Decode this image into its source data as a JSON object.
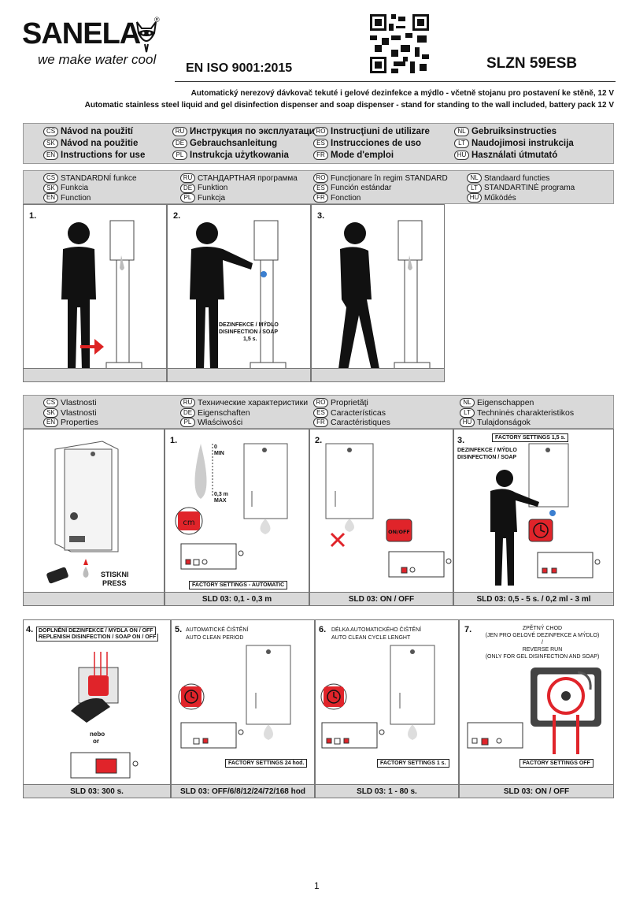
{
  "brand": {
    "name": "SANELA",
    "slogan": "we make water cool",
    "reg": "®"
  },
  "iso": "EN ISO 9001:2015",
  "model": "SLZN 59ESB",
  "subtitle_cs": "Automatický nerezový dávkovač tekuté i gelové dezinfekce a mýdlo - včetně stojanu pro postavení ke stěně, 12 V",
  "subtitle_en": "Automatic stainless steel liquid and gel disinfection dispenser and soap dispenser - stand for standing to the wall included, battery pack 12 V",
  "manual_langs": [
    {
      "code": "CS",
      "text": "Návod na použití"
    },
    {
      "code": "RU",
      "text": "Инструкция по эксплуатации"
    },
    {
      "code": "RO",
      "text": "Instrucţiuni de utilizare"
    },
    {
      "code": "NL",
      "text": "Gebruiksinstructies"
    },
    {
      "code": "SK",
      "text": "Návod na použitie"
    },
    {
      "code": "DE",
      "text": "Gebrauchsanleitung"
    },
    {
      "code": "ES",
      "text": "Instrucciones de uso"
    },
    {
      "code": "LT",
      "text": "Naudojimosi instrukcija"
    },
    {
      "code": "EN",
      "text": "Instructions for use"
    },
    {
      "code": "PL",
      "text": "Instrukcja użytkowania"
    },
    {
      "code": "FR",
      "text": "Mode d'emploi"
    },
    {
      "code": "HU",
      "text": "Használati útmutató"
    }
  ],
  "function_langs": [
    {
      "code": "CS",
      "text": "STANDARDNÍ funkce"
    },
    {
      "code": "RU",
      "text": "СТАНДАРТНАЯ программа"
    },
    {
      "code": "RO",
      "text": "Funcţionare în regim STANDARD"
    },
    {
      "code": "NL",
      "text": "Standaard functies"
    },
    {
      "code": "SK",
      "text": "Funkcia"
    },
    {
      "code": "DE",
      "text": "Funktion"
    },
    {
      "code": "ES",
      "text": "Función estándar"
    },
    {
      "code": "LT",
      "text": "STANDARTINĖ programa"
    },
    {
      "code": "EN",
      "text": "Function"
    },
    {
      "code": "PL",
      "text": "Funkcja"
    },
    {
      "code": "FR",
      "text": "Fonction"
    },
    {
      "code": "HU",
      "text": "Működés"
    }
  ],
  "steps1": {
    "n1": "1.",
    "n2": "2.",
    "n3": "3.",
    "dose": "DEZINFEKCE / MÝDLO",
    "dose2": "DISINFECTION / SOAP",
    "dose3": "1,5 s."
  },
  "property_langs": [
    {
      "code": "CS",
      "text": "Vlastnosti"
    },
    {
      "code": "RU",
      "text": "Технические характеристики"
    },
    {
      "code": "RO",
      "text": "Proprietăţi"
    },
    {
      "code": "NL",
      "text": "Eigenschappen"
    },
    {
      "code": "SK",
      "text": "Vlastnosti"
    },
    {
      "code": "DE",
      "text": "Eigenschaften"
    },
    {
      "code": "ES",
      "text": "Características"
    },
    {
      "code": "LT",
      "text": "Techninės charakteristikos"
    },
    {
      "code": "EN",
      "text": "Properties"
    },
    {
      "code": "PL",
      "text": "Właściwości"
    },
    {
      "code": "FR",
      "text": "Caractéristiques"
    },
    {
      "code": "HU",
      "text": "Tulajdonságok"
    }
  ],
  "props": {
    "press": "STISKNI",
    "press2": "PRESS",
    "n1": "1.",
    "n2": "2.",
    "n3": "3.",
    "min0": "0",
    "min": "MIN",
    "max0": "0,3 m",
    "max": "MAX",
    "cm": "cm",
    "onoff": "ON/OFF",
    "fs3": "FACTORY SETTINGS 1,5 s.",
    "dis1": "DEZINFEKCE / MÝDLO",
    "dis2": "DISINFECTION / SOAP",
    "fs1": "FACTORY SETTINGS - AUTOMATIC",
    "cap1": "SLD 03: 0,1 - 0,3 m",
    "cap2": "SLD 03: ON / OFF",
    "cap3": "SLD 03: 0,5 - 5 s. / 0,2 ml - 3 ml"
  },
  "bottom": {
    "n4": "4.",
    "t4a": "DOPLNĚNÍ DEZINFEKCE / MÝDLA ON / OFF",
    "t4b": "REPLENISH DISINFECTION / SOAP ON / OFF",
    "nebo": "nebo",
    "or": "or",
    "n5": "5.",
    "t5a": "AUTOMATICKÉ ČIŠTĚNÍ",
    "t5b": "AUTO CLEAN PERIOD",
    "fs5": "FACTORY SETTINGS 24 hod.",
    "n6": "6.",
    "t6a": "DÉLKA AUTOMATICKÉHO ČIŠTĚNÍ",
    "t6b": "AUTO CLEAN CYCLE LENGHT",
    "fs6": "FACTORY SETTINGS 1 s.",
    "n7": "7.",
    "t7a": "ZPĚTNÝ CHOD",
    "t7b": "(JEN PRO GELOVÉ DEZINFEKCE A MÝDLO)",
    "t7c": "/",
    "t7d": "REVERSE RUN",
    "t7e": "(ONLY FOR GEL DISINFECTION AND SOAP)",
    "fs7": "FACTORY SETTINGS OFF",
    "cap4": "SLD 03: 300 s.",
    "cap5": "SLD 03: OFF/6/8/12/24/72/168 hod",
    "cap6": "SLD 03: 1 - 80 s.",
    "cap7": "SLD 03: ON / OFF"
  },
  "page_number": "1",
  "colors": {
    "accent": "#e0242a",
    "grey": "#d9d9d9"
  }
}
